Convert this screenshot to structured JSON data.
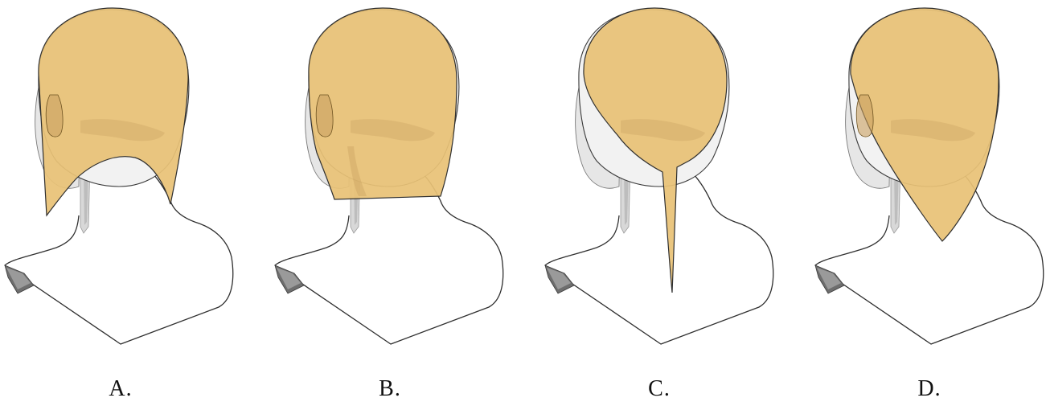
{
  "colors": {
    "hair": "#E8C276",
    "hair_shade": "#C9A060",
    "skin_shadow": "#D6D6D6",
    "outline": "#2F2F2F"
  },
  "options": [
    {
      "label": "A.",
      "hairstyle": "shoulder-length-flared"
    },
    {
      "label": "B.",
      "hairstyle": "square-bob"
    },
    {
      "label": "C.",
      "hairstyle": "thin-tail"
    },
    {
      "label": "D.",
      "hairstyle": "tapered-point"
    }
  ]
}
